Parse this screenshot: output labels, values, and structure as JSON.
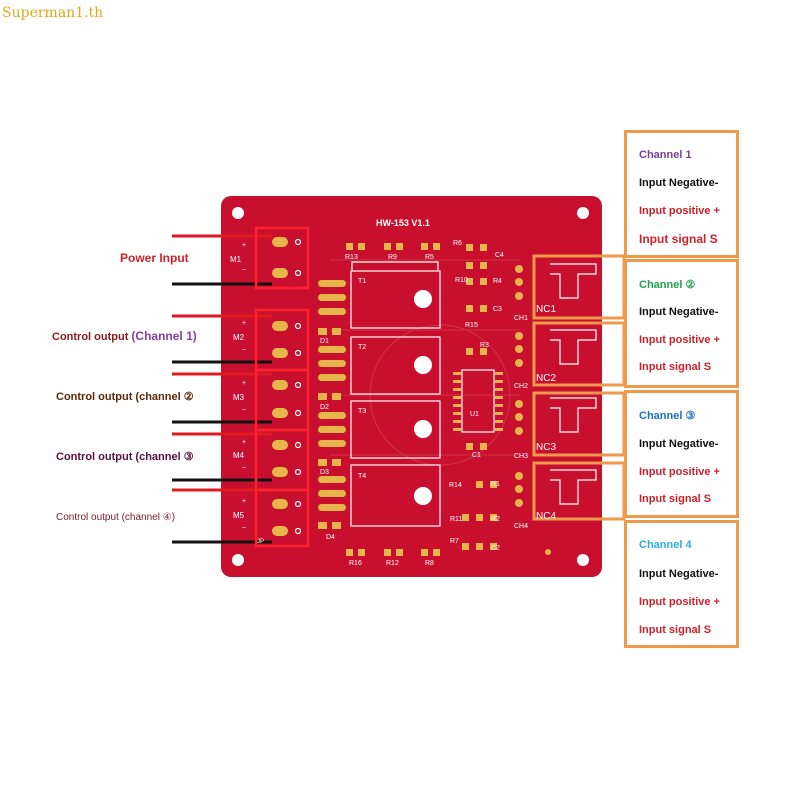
{
  "watermark": "Superman1.th",
  "board": {
    "title": "HW-153 V1.1",
    "silkscreen": {
      "m1": "M1",
      "m2": "M2",
      "m3": "M3",
      "m4": "M4",
      "m5": "M5",
      "plus": "+",
      "minus": "−",
      "jp": "JP",
      "t1": "T1",
      "t2": "T2",
      "t3": "T3",
      "t4": "T4",
      "d1": "D1",
      "d2": "D2",
      "d3": "D3",
      "d4": "D4",
      "u1": "U1",
      "c1": "C1",
      "c2": "C2",
      "c3": "C3",
      "c4": "C4",
      "r3": "R3",
      "r4": "R4",
      "r5": "R5",
      "r6": "R6",
      "r7": "R7",
      "r8": "R8",
      "r9": "R9",
      "r10": "R10",
      "r11": "R11",
      "r12": "R12",
      "r13": "R13",
      "r14": "R14",
      "r15": "R15",
      "r16": "R16",
      "r1": "R1",
      "r2": "R2",
      "ch1": "CH1",
      "ch2": "CH2",
      "ch3": "CH3",
      "ch4": "CH4",
      "nc1": "NC1",
      "nc2": "NC2",
      "nc3": "NC3",
      "nc4": "NC4"
    }
  },
  "left_labels": {
    "power": "Power Input",
    "ch1_prefix": "Control output ",
    "ch1_suffix": "(Channel 1)",
    "ch2": "Control output (channel ②",
    "ch3": "Control output (channel ③",
    "ch4": "Control output (channel ④)"
  },
  "right_boxes": [
    {
      "title": "Channel 1",
      "neg": "Input Negative-",
      "pos": "Input positive +",
      "sig": "Input signal S"
    },
    {
      "title": "Channel ②",
      "neg": "Input Negative-",
      "pos": "Input positive +",
      "sig": "Input signal S"
    },
    {
      "title": "Channel ③",
      "neg": "Input Negative-",
      "pos": "Input positive +",
      "sig": "Input signal S"
    },
    {
      "title": "Channel 4",
      "neg": "Input Negative-",
      "pos": "Input positive +",
      "sig": "Input signal S"
    }
  ],
  "colors": {
    "board": "#c8102e",
    "box_border": "#ee9a4a",
    "pad": "#e6b64a",
    "wire_red": "#e01a22",
    "wire_black": "#111111",
    "ch1_title": "#7a3ea0",
    "ch2_title": "#1fa24a",
    "ch3_title": "#1d6fc4",
    "ch4_title": "#2ab0d6",
    "pos_text": "#d1202a",
    "power_text": "#d1202a",
    "ctrl_text_1": "#8b1a1a",
    "ctrl_text_ch1": "#8d3ea2",
    "ctrl_text_2": "#5a2a0a",
    "ctrl_text_3": "#5a1040",
    "ctrl_text_4": "#7a1a2a"
  }
}
